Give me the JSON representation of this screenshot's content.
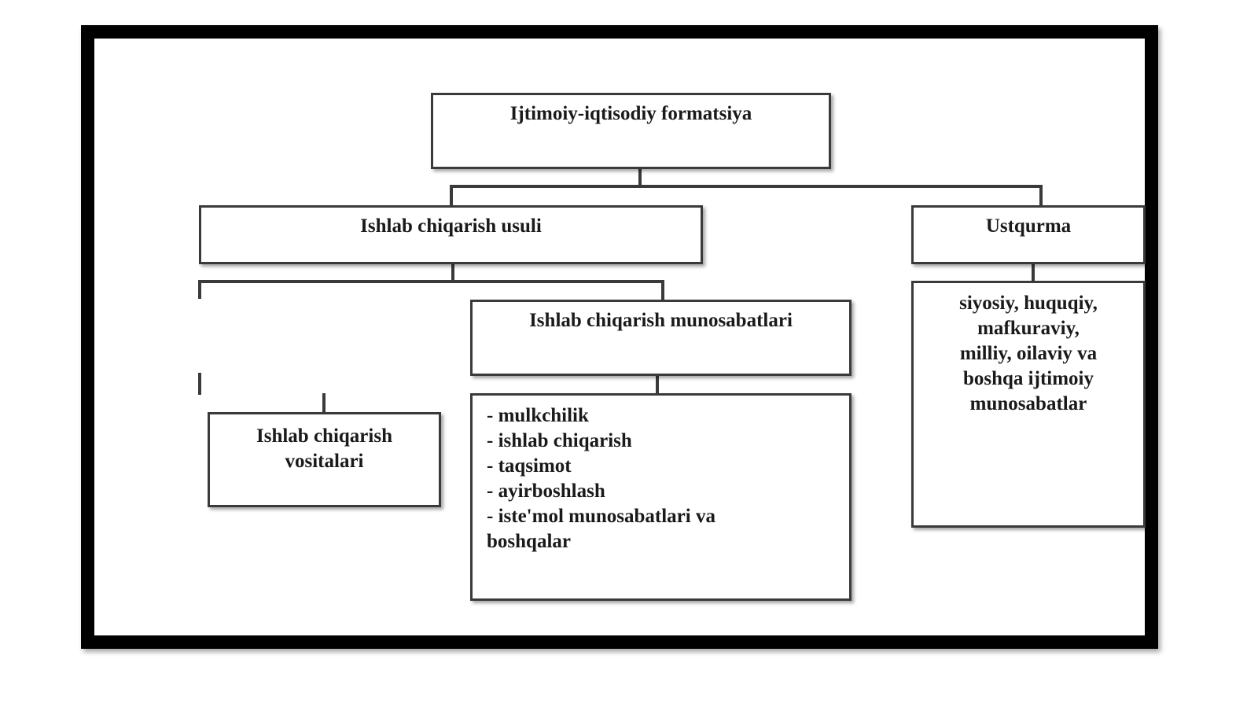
{
  "diagram": {
    "root": {
      "label": "Ijtimoiy-iqtisodiy formatsiya"
    },
    "production_mode": {
      "label": "Ishlab chiqarish usuli"
    },
    "superstructure": {
      "label": "Ustqurma",
      "detail_lines": [
        "siyosiy, huquqiy,",
        "mafkuraviy,",
        "milliy, oilaviy va",
        "boshqa ijtimoiy",
        "munosabatlar"
      ]
    },
    "production_relations": {
      "label": "Ishlab chiqarish munosabatlari",
      "items": [
        "- mulkchilik",
        "- ishlab chiqarish",
        "- taqsimot",
        "- ayirboshlash",
        "- iste'mol munosabatlari va",
        "boshqalar"
      ]
    },
    "production_means": {
      "label_lines": [
        "Ishlab chiqarish",
        "vositalari"
      ]
    }
  }
}
